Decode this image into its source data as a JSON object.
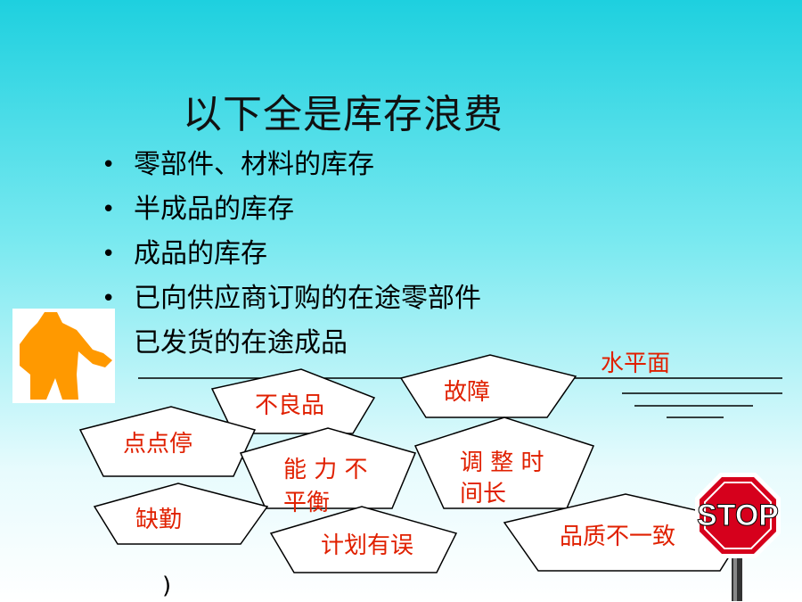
{
  "slide": {
    "title": "以下全是库存浪费",
    "bullets": [
      "零部件、材料的库存",
      "半成品的库存",
      "成品的库存",
      "已向供应商订购的在途零部件",
      "已发货的在途成品"
    ],
    "bullet_glyph": "•",
    "water_label": "水平面",
    "stop_sign_text": "STOP",
    "stray_text": ")"
  },
  "rocks": [
    {
      "name": "defects",
      "text": "不良品"
    },
    {
      "name": "breakdown",
      "text": "故障"
    },
    {
      "name": "minor-stops",
      "text": "点点停"
    },
    {
      "name": "capacity-imbalance",
      "line1": "能 力 不",
      "line2": "平衡"
    },
    {
      "name": "setup-time",
      "line1": "调 整 时",
      "line2": "间长"
    },
    {
      "name": "absenteeism",
      "text": "缺勤"
    },
    {
      "name": "planning-errors",
      "text": "计划有误"
    },
    {
      "name": "quality-inconsistent",
      "text": "品质不一致"
    }
  ],
  "colors": {
    "label_red": "#e02000",
    "figure_orange": "#ff9900",
    "stop_red": "#d6001c"
  }
}
